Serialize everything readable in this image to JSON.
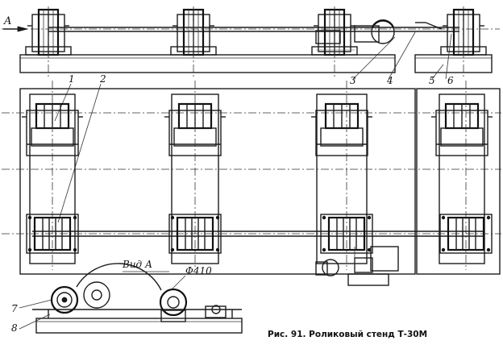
{
  "view_arrow_label": "A",
  "part_labels": {
    "p1": "1",
    "p2": "2",
    "p3": "3",
    "p4": "4",
    "p5": "5",
    "p6": "6",
    "p7": "7",
    "p8": "8"
  },
  "view_title": "Вид А",
  "diameter_label": "Φ410",
  "caption": "Рис. 91. Роликовый стенд Т-30М"
}
